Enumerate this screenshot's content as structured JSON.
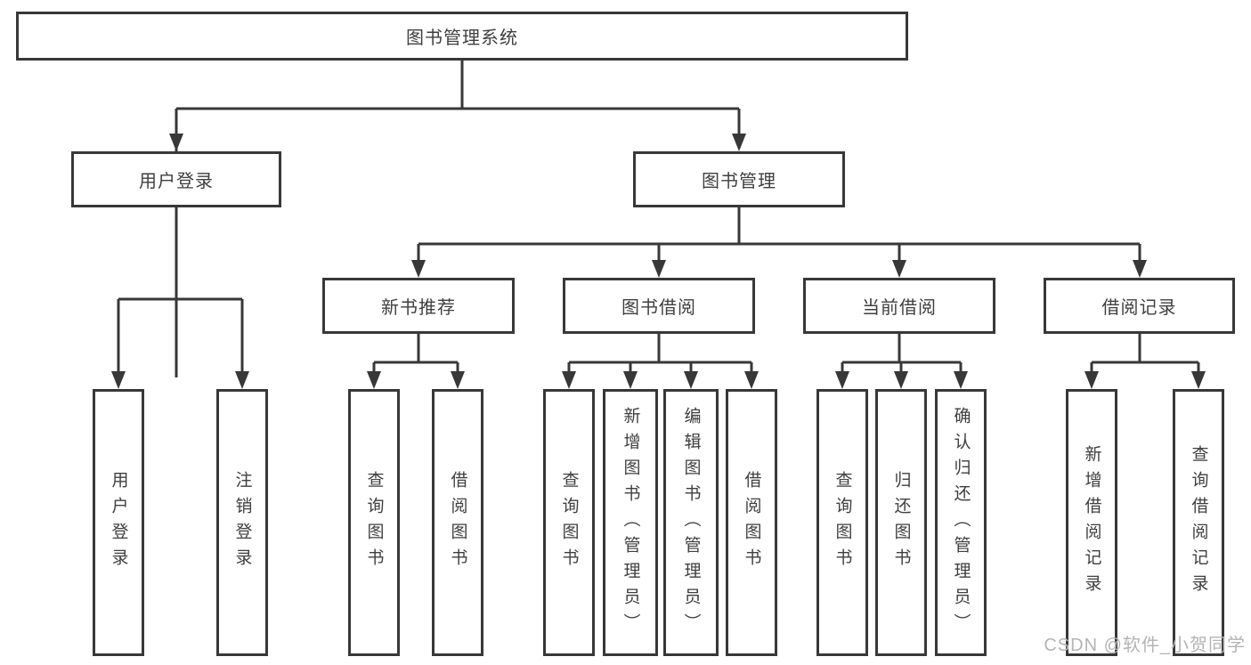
{
  "tree": {
    "root": "图书管理系统",
    "children": [
      {
        "label": "用户登录",
        "leaves": [
          "用户登录",
          "注销登录"
        ]
      },
      {
        "label": "图书管理",
        "children": [
          {
            "label": "新书推荐",
            "leaves": [
              "查询图书",
              "借阅图书"
            ]
          },
          {
            "label": "图书借阅",
            "leaves": [
              "查询图书",
              "新增图书（管理员）",
              "编辑图书（管理员）",
              "借阅图书"
            ]
          },
          {
            "label": "当前借阅",
            "leaves": [
              "查询图书",
              "归还图书",
              "确认归还（管理员）"
            ]
          },
          {
            "label": "借阅记录",
            "leaves": [
              "新增借阅记录",
              "查询借阅记录"
            ]
          }
        ]
      }
    ]
  },
  "watermark": {
    "text": "CSDN @软件_小贺同学"
  },
  "colors": {
    "line": "#383838",
    "box_border": "#383838",
    "box_fill": "#ffffff",
    "text": "#3f3f3f",
    "watermark": "#b4b4b4"
  }
}
